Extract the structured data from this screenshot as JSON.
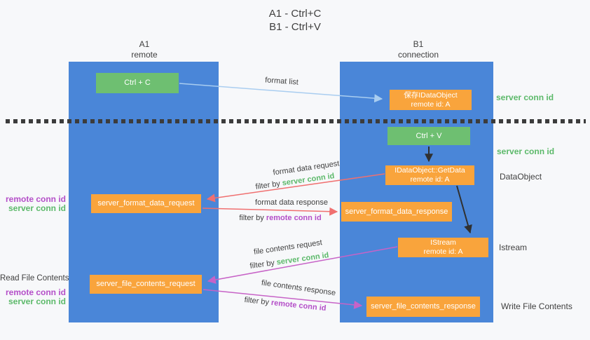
{
  "title": {
    "line1": "A1 - Ctrl+C",
    "line2": "B1 - Ctrl+V"
  },
  "lanes": {
    "left": {
      "name": "A1",
      "role": "remote"
    },
    "right": {
      "name": "B1",
      "role": "connection"
    }
  },
  "nodes": {
    "ctrl_c": {
      "label": "Ctrl + C"
    },
    "save_dataobject": {
      "line1": "保存IDataObject",
      "line2": "remote id: A"
    },
    "ctrl_v": {
      "label": "Ctrl + V"
    },
    "getdata": {
      "line1": "IDataObject::GetData",
      "line2": "remote id: A"
    },
    "format_request": {
      "label": "server_format_data_request"
    },
    "format_response": {
      "label": "server_format_data_response"
    },
    "istream": {
      "line1": "IStream",
      "line2": "remote id: A"
    },
    "file_request": {
      "label": "server_file_contents_request"
    },
    "file_response": {
      "label": "server_file_contents_response"
    }
  },
  "flow_labels": {
    "format_list": "format list",
    "format_data_request": "format data request",
    "format_data_response": "format data response",
    "file_contents_request": "file contents request",
    "file_contents_response": "file contents response",
    "filter_by": "filter by ",
    "server_conn_id": "server conn id",
    "remote_conn_id": "remote conn id"
  },
  "side_labels": {
    "server_conn_id_top": "server conn id",
    "server_conn_id_mid": "server conn id",
    "dataobject": "DataObject",
    "istream": "Istream",
    "write_file_contents": "Write File Contents",
    "read_file_contents": "Read File Contents",
    "remote_conn_id": "remote conn id",
    "server_conn_id": "server conn id"
  },
  "colors": {
    "background": "#f7f8fa",
    "lane_blue": "#4a86d8",
    "box_green": "#6ebf71",
    "box_orange": "#f9a43c",
    "text_dark": "#3f3f3f",
    "green_label": "#5cb96a",
    "purple_label": "#b44fc8",
    "arrow_blue": "#a9cdf0",
    "arrow_salmon": "#f07070",
    "arrow_magenta": "#c763c7",
    "arrow_black": "#303030",
    "dotted_line": "#3c3c3c",
    "box_text": "#ffffff"
  }
}
